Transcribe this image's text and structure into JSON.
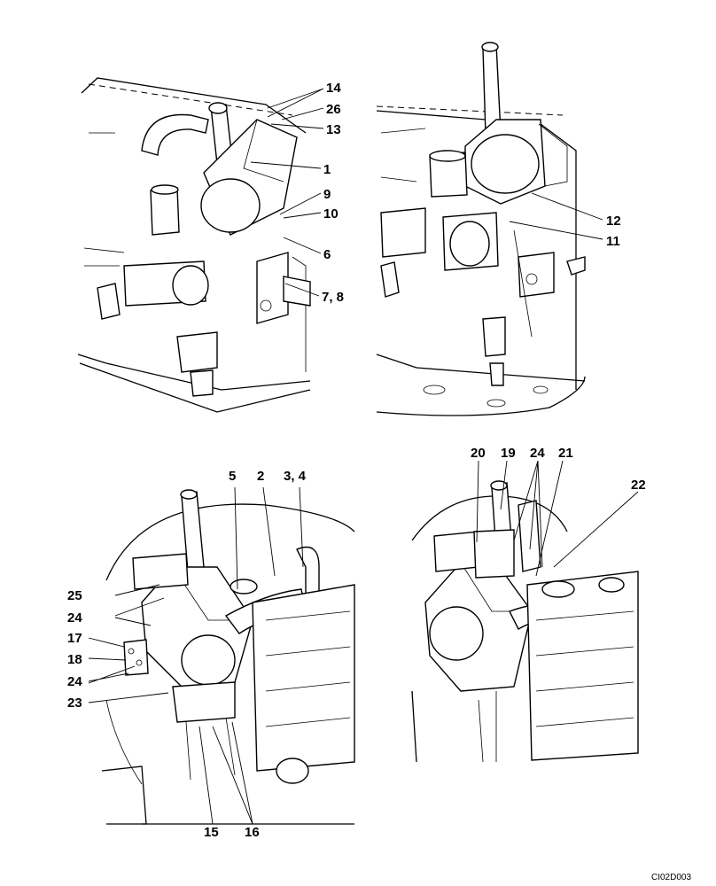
{
  "views": [
    {
      "id": "view-top-left",
      "callouts": [
        "14",
        "26",
        "13",
        "1",
        "9",
        "10",
        "6",
        "7, 8"
      ]
    },
    {
      "id": "view-top-right",
      "callouts": [
        "12",
        "11"
      ]
    },
    {
      "id": "view-bottom-left",
      "callouts": [
        "5",
        "2",
        "3, 4",
        "25",
        "24",
        "17",
        "18",
        "24",
        "23",
        "15",
        "16"
      ]
    },
    {
      "id": "view-bottom-right",
      "callouts": [
        "20",
        "19",
        "24",
        "21",
        "22"
      ]
    }
  ],
  "figure_code": "CI02D003"
}
